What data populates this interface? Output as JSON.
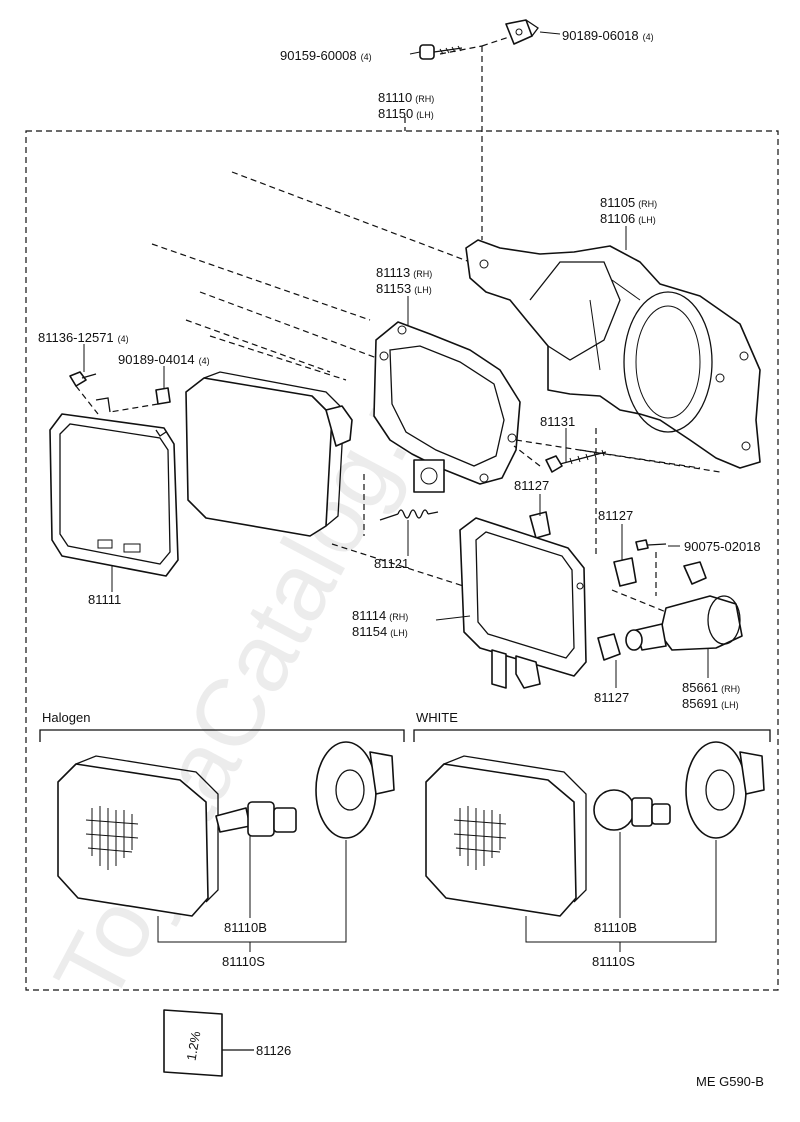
{
  "watermark": "ToyotaCatalog.ru",
  "labels": {
    "bolt_9015960008": "90159-60008",
    "bolt_9015960008_qty": "(4)",
    "nut_9018906018": "90189-06018",
    "nut_9018906018_qty": "(4)",
    "assy_81110": "81110",
    "assy_81110_side": "(RH)",
    "assy_81150": "81150",
    "assy_81150_side": "(LH)",
    "bracket_81105": "81105",
    "bracket_81105_side": "(RH)",
    "bracket_81106": "81106",
    "bracket_81106_side": "(LH)",
    "housing_81113": "81113",
    "housing_81113_side": "(RH)",
    "housing_81153": "81153",
    "housing_81153_side": "(LH)",
    "screw_8113612571": "81136-12571",
    "screw_8113612571_qty": "(4)",
    "nut_9018904014": "90189-04014",
    "nut_9018904014_qty": "(4)",
    "screw_81131": "81131",
    "clip_81127_a": "81127",
    "clip_81127_b": "81127",
    "clip_81127_c": "81127",
    "screw_9007502018": "90075-02018",
    "spring_81121": "81121",
    "rim_81111": "81111",
    "frame_81114": "81114",
    "frame_81114_side": "(RH)",
    "frame_81154": "81154",
    "frame_81154_side": "(LH)",
    "lamp_85661": "85661",
    "lamp_85661_side": "(RH)",
    "lamp_85691": "85691",
    "lamp_85691_side": "(LH)",
    "halogen_title": "Halogen",
    "white_title": "WHITE",
    "halogen_81110b": "81110B",
    "halogen_81110s": "81110S",
    "white_81110b": "81110B",
    "white_81110s": "81110S",
    "tag_81126": "81126",
    "tag_text": "1.2%",
    "page_code": "ME  G590-B"
  }
}
